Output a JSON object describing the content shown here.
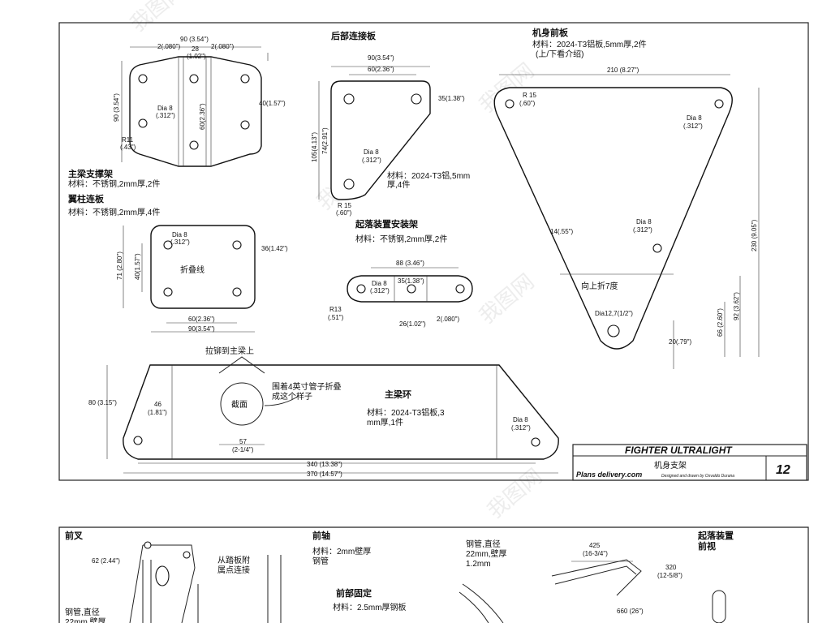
{
  "sheet1": {
    "main_beam_bracket": {
      "title": "主梁支撑架",
      "material": "材料：不锈钢,2mm厚,2件",
      "dims": {
        "width": "90 (3.54\")",
        "left_edge": "2(.080\")",
        "center": "28",
        "center_in": "(1.02\")",
        "right_edge": "2(.080\")",
        "height": "90 (3.54\")",
        "right_h": "40(1.57\")",
        "inner_h": "60(2.36\")",
        "hole": "Dia 8",
        "hole_in": "(.312\")",
        "radius": "R11",
        "radius_in": "(.43\")"
      }
    },
    "strut_plate": {
      "title": "翼柱连板",
      "material": "材料：不锈钢,2mm厚,4件",
      "fold": "折叠线",
      "dims": {
        "hole": "Dia 8",
        "hole_in": "(.312\")",
        "height": "71 (2.80\")",
        "inner_h": "40(1.57\")",
        "right_h": "36(1.42\")",
        "inner_w": "60(2.36\")",
        "width": "90(3.54\")"
      }
    },
    "rear_plate": {
      "title": "后部连接板",
      "material_l1": "材料：2024-T3铝,5mm",
      "material_l2": "厚,4件",
      "dims": {
        "width": "90(3.54\")",
        "inner_w": "60(2.36\")",
        "right": "35(1.38\")",
        "height": "105(4.13\")",
        "inner_h": "74(2.91\")",
        "hole": "Dia 8",
        "hole_in": "(.312\")",
        "radius": "R 15",
        "radius_in": "(.60\")"
      }
    },
    "gear_mount": {
      "title": "起落装置安装架",
      "material": "材料：不锈钢,2mm厚,2件",
      "dims": {
        "width": "88 (3.46\")",
        "hole": "Dia 8",
        "hole_in": "(.312\")",
        "center": "35(1.38\")",
        "radius": "R13",
        "radius_in": "(.51\")",
        "bottom": "26(1.02\")",
        "edge": "2(.080\")"
      }
    },
    "fuselage_front": {
      "title": "机身前板",
      "material_l1": "材料：2024-T3铝板,5mm厚,2件",
      "material_l2": "(上/下看介绍)",
      "fold": "向上折7度",
      "dims": {
        "width": "210 (8.27\")",
        "radius": "R 15",
        "radius_in": "(.60\")",
        "hole_tr": "Dia 8",
        "hole_tr_in": "(.312\")",
        "height": "230 (9.05\")",
        "left": "14(.55\")",
        "hole_mid": "Dia 8",
        "hole_mid_in": "(.312\")",
        "h92": "92 (3.62\")",
        "h66": "66 (2.60\")",
        "hole_big": "Dia12,7(1/2\")",
        "w20": "20(.79\")"
      }
    },
    "main_ring": {
      "title": "主梁环",
      "material_l1": "材料：2024-T3铝板,3",
      "material_l2": "mm厚,1件",
      "rivet_note": "拉铆到主梁上",
      "fold_note_l1": "围着4英寸管子折叠",
      "fold_note_l2": "成这个样子",
      "section": "截面",
      "dims": {
        "height": "80 (3.15\")",
        "left": "46",
        "left_in": "(1.81\")",
        "d57": "57",
        "d57_in": "(2-1/4\")",
        "w340": "340 (13.38\")",
        "w370": "370 (14.57\")",
        "hole": "Dia 8",
        "hole_in": "(.312\")"
      }
    },
    "title_block": {
      "project": "FIGHTER ULTRALIGHT",
      "sheet_title": "机身支架",
      "brand": "Plans delivery.com",
      "credit": "Designed and drawn by Osvaldo Durana",
      "page": "12"
    }
  },
  "sheet2": {
    "front_fork": {
      "title": "前叉",
      "dim": "62 (2.44\")",
      "note_l1": "从踏板附",
      "note_l2": "属点连接",
      "tube_l1": "钢管,直径",
      "tube_l2": "22mm,壁厚"
    },
    "front_axle": {
      "title": "前轴",
      "material_l1": "材料：2mm壁厚",
      "material_l2": "钢管"
    },
    "front_fix": {
      "title": "前部固定",
      "material": "材料：2.5mm厚钢板"
    },
    "gear_front": {
      "tube_l1": "钢管,直径",
      "tube_l2": "22mm,壁厚",
      "tube_l3": "1.2mm",
      "d425": "425",
      "d425_in": "(16-3/4\")",
      "d320": "320",
      "d320_in": "(12-5/8\")",
      "d660": "660 (26\")",
      "title_l1": "起落装置",
      "title_l2": "前视"
    }
  },
  "watermark": {
    "text": "我图网"
  }
}
